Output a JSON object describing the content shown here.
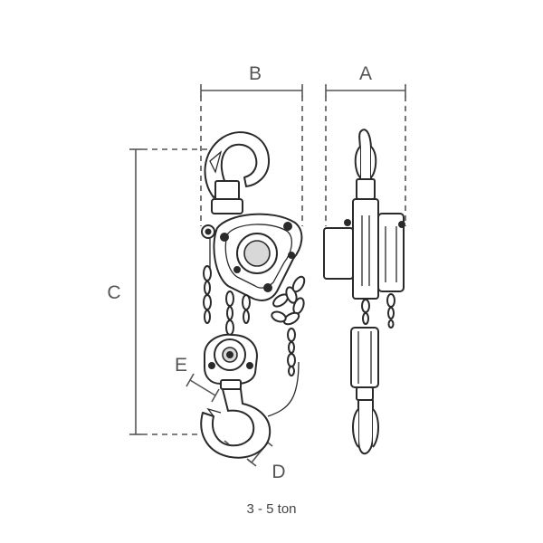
{
  "dimensions": {
    "a": "A",
    "b": "B",
    "c": "C",
    "d": "D",
    "e": "E"
  },
  "caption": "3 - 5 ton",
  "colors": {
    "line": "#2a2a2a",
    "dimension": "#555555",
    "background": "#ffffff"
  }
}
